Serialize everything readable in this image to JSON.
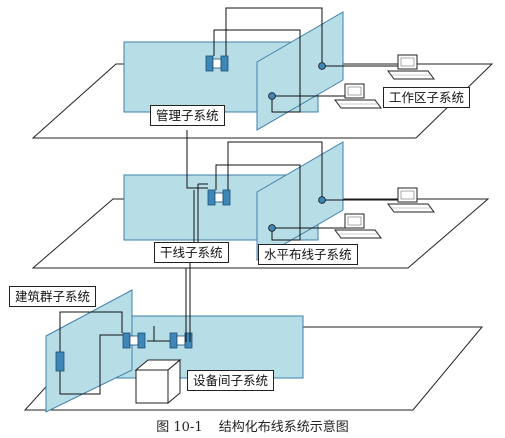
{
  "figure": {
    "caption_number": "图 10-1",
    "caption_text": "结构化布线系统示意图"
  },
  "labels": {
    "management": "管理子系统",
    "work_area": "工作区子系统",
    "backbone": "干线子系统",
    "horizontal": "水平布线子系统",
    "campus": "建筑群子系统",
    "equipment_room": "设备间子系统"
  },
  "colors": {
    "panel_fill": "#b7dde7",
    "panel_stroke": "#3f7fa8",
    "floor_stroke": "#222222",
    "line": "#111111",
    "device_fill": "#3e86b6"
  }
}
